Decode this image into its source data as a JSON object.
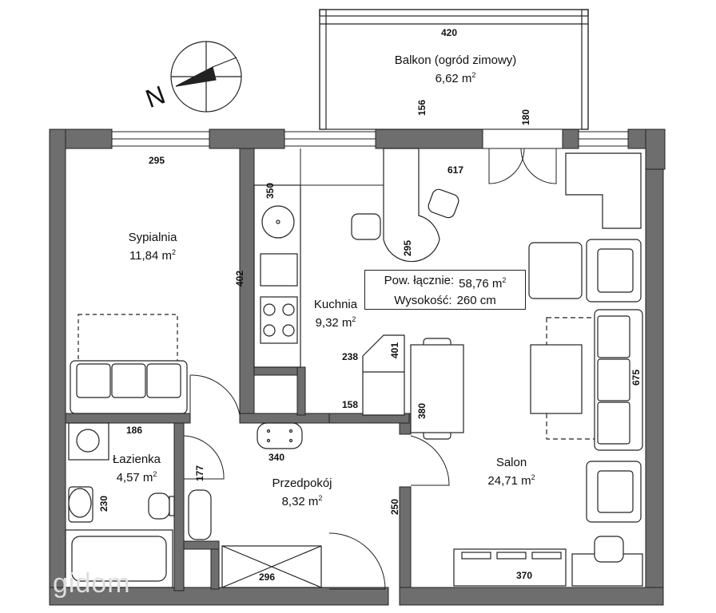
{
  "rooms": {
    "balkon": {
      "name": "Balkon (ogród zimowy)",
      "area": "6,62 m",
      "unit_sup": "2"
    },
    "sypialnia": {
      "name": "Sypialnia",
      "area": "11,84 m",
      "unit_sup": "2"
    },
    "kuchnia": {
      "name": "Kuchnia",
      "area": "9,32 m",
      "unit_sup": "2"
    },
    "lazienka": {
      "name": "Łazienka",
      "area": "4,57 m",
      "unit_sup": "2"
    },
    "przedpokoj": {
      "name": "Przedpokój",
      "area": "8,32 m",
      "unit_sup": "2"
    },
    "salon": {
      "name": "Salon",
      "area": "24,71 m",
      "unit_sup": "2"
    }
  },
  "info_box": {
    "total_label": "Pow. łącznie:",
    "total_value": "58,76 m",
    "total_sup": "2",
    "height_label": "Wysokość:",
    "height_value": "260 cm"
  },
  "dimensions": {
    "d420": "420",
    "d156": "156",
    "d180": "180",
    "d295_top": "295",
    "d617": "617",
    "d350": "350",
    "d295_curve": "295",
    "d402": "402",
    "d238": "238",
    "d401": "401",
    "d158": "158",
    "d380": "380",
    "d675": "675",
    "d186": "186",
    "d340": "340",
    "d177": "177",
    "d230": "230",
    "d250": "250",
    "d296": "296",
    "d370": "370"
  },
  "compass": {
    "north": "N"
  },
  "watermark": "gidom",
  "colors": {
    "wall": "#6e6e6e",
    "line": "#222222",
    "furniture_fill": "#ffffff"
  }
}
